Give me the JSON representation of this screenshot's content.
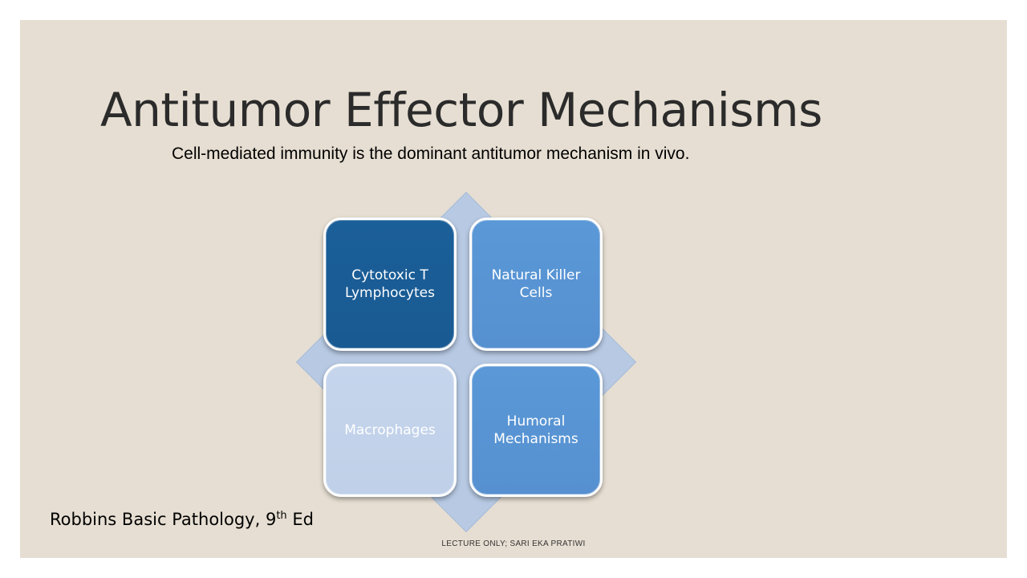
{
  "slide": {
    "title": "Antitumor Effector Mechanisms",
    "subtitle": "Cell-mediated immunity is the dominant antitumor mechanism in vivo.",
    "diagram": {
      "tiles": [
        {
          "label": "Cytotoxic T\nLymphocytes",
          "color": "#1b5f99"
        },
        {
          "label": "Natural Killer\nCells",
          "color": "#5a98d7"
        },
        {
          "label": "Macrophages",
          "color": "#c5d5ec"
        },
        {
          "label": "Humoral\nMechanisms",
          "color": "#5a98d7"
        }
      ],
      "diamond_color": "#b7c9e3"
    },
    "reference": {
      "text": "Robbins Basic Pathology, 9",
      "superscript": "th",
      "suffix": " Ed"
    },
    "footer": "LECTURE ONLY; SARI EKA PRATIWI",
    "background_color": "#e6ded2"
  }
}
